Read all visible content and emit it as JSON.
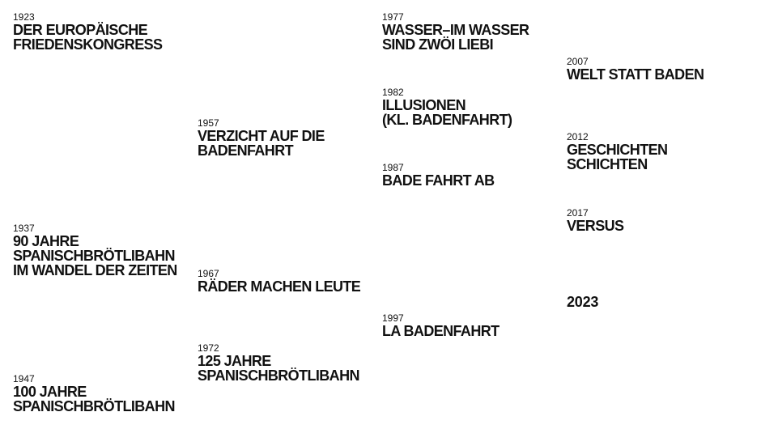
{
  "timeline": {
    "entries": [
      {
        "year": "1923",
        "lines": [
          "DER EUROPÄISCHE",
          "FRIEDENSKONGRESS"
        ]
      },
      {
        "year": "1937",
        "lines": [
          "90 JAHRE",
          "SPANISCHBRÖTLIBAHN",
          "IM WANDEL DER ZEITEN"
        ]
      },
      {
        "year": "1947",
        "lines": [
          "100 JAHRE",
          "SPANISCHBRÖTLIBAHN"
        ]
      },
      {
        "year": "1957",
        "lines": [
          "VERZICHT AUF DIE",
          "BADENFAHRT"
        ]
      },
      {
        "year": "1967",
        "lines": [
          "RÄDER MACHEN LEUTE"
        ]
      },
      {
        "year": "1972",
        "lines": [
          "125 JAHRE",
          "SPANISCHBRÖTLIBAHN"
        ]
      },
      {
        "year": "1977",
        "lines": [
          "WASSER–IM WASSER",
          "SIND ZWÖI LIEBI"
        ]
      },
      {
        "year": "1982",
        "lines": [
          "ILLUSIONEN",
          "(KL. BADENFAHRT)"
        ]
      },
      {
        "year": "1987",
        "lines": [
          "BADE FAHRT AB"
        ]
      },
      {
        "year": "1997",
        "lines": [
          "LA BADENFAHRT"
        ]
      },
      {
        "year": "2007",
        "lines": [
          "WELT STATT BADEN"
        ]
      },
      {
        "year": "2012",
        "lines": [
          "GESCHICHTEN",
          "SCHICHTEN"
        ]
      },
      {
        "year": "2017",
        "lines": [
          "VERSUS"
        ]
      },
      {
        "year": "",
        "lines": [
          "2023"
        ]
      }
    ]
  }
}
